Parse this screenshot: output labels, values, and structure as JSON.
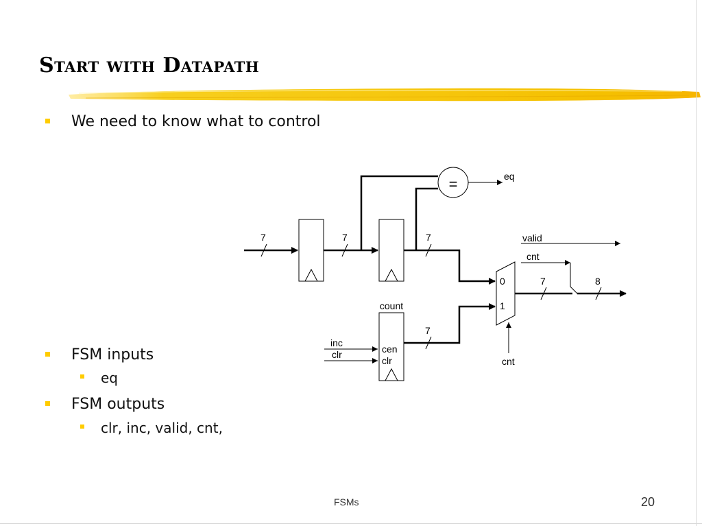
{
  "slide": {
    "title": "Start with Datapath",
    "bullets": [
      {
        "text": "We need to know what to control",
        "level": 1
      },
      {
        "text": "FSM inputs",
        "level": 1
      },
      {
        "text": "eq",
        "level": 2
      },
      {
        "text": "FSM outputs",
        "level": 1
      },
      {
        "text": "clr, inc, valid, cnt,",
        "level": 2
      }
    ],
    "footer": "FSMs",
    "page_number": "20"
  },
  "diagram": {
    "labels": {
      "comparator_symbol": "=",
      "eq_output": "eq",
      "bus_width_in": "7",
      "bus_width_mid": "7",
      "bus_width_reg2_out": "7",
      "valid_signal": "valid",
      "cnt_top_signal": "cnt",
      "mux_in0": "0",
      "mux_in1": "1",
      "bus_width_mux_out": "7",
      "bus_width_out": "8",
      "counter_name": "count",
      "bus_width_counter_out": "7",
      "inc_signal": "inc",
      "clr_signal": "clr",
      "counter_port_cen": "cen",
      "counter_port_clr": "clr",
      "mux_select": "cnt"
    },
    "colors": {
      "title_underline": "#f5c400",
      "bullet": "#ffcc00"
    }
  }
}
